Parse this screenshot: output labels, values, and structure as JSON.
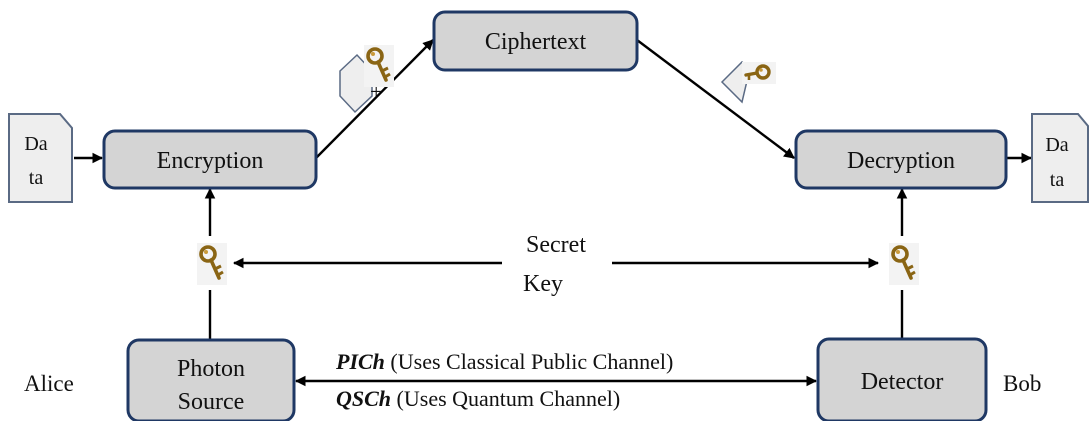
{
  "colors": {
    "box_fill": "#d4d4d4",
    "box_stroke": "#1f3864",
    "doc_fill": "#eeeeee",
    "doc_stroke": "#5a6a84",
    "key_color": "#8a6514",
    "key_highlight": "#c99a3a"
  },
  "nodes": {
    "ciphertext": "Ciphertext",
    "encryption": "Encryption",
    "decryption": "Decryption",
    "photon_source": {
      "line1": "Photon",
      "line2": "Source"
    },
    "detector": "Detector"
  },
  "documents": {
    "input": {
      "line1": "Da",
      "line2": "ta"
    },
    "output": {
      "line1": "Da",
      "line2": "ta"
    }
  },
  "parties": {
    "sender": "Alice",
    "receiver": "Bob"
  },
  "secret_key": {
    "line1": "Secret",
    "line2": "Key"
  },
  "plus_sign": "+",
  "channels": [
    {
      "abbr": "PICh",
      "desc": " (Uses Classical Public Channel)"
    },
    {
      "abbr": "QSCh",
      "desc": " (Uses Quantum Channel)"
    }
  ],
  "icons": [
    "key-icon",
    "document-icon",
    "arrow-icon"
  ]
}
